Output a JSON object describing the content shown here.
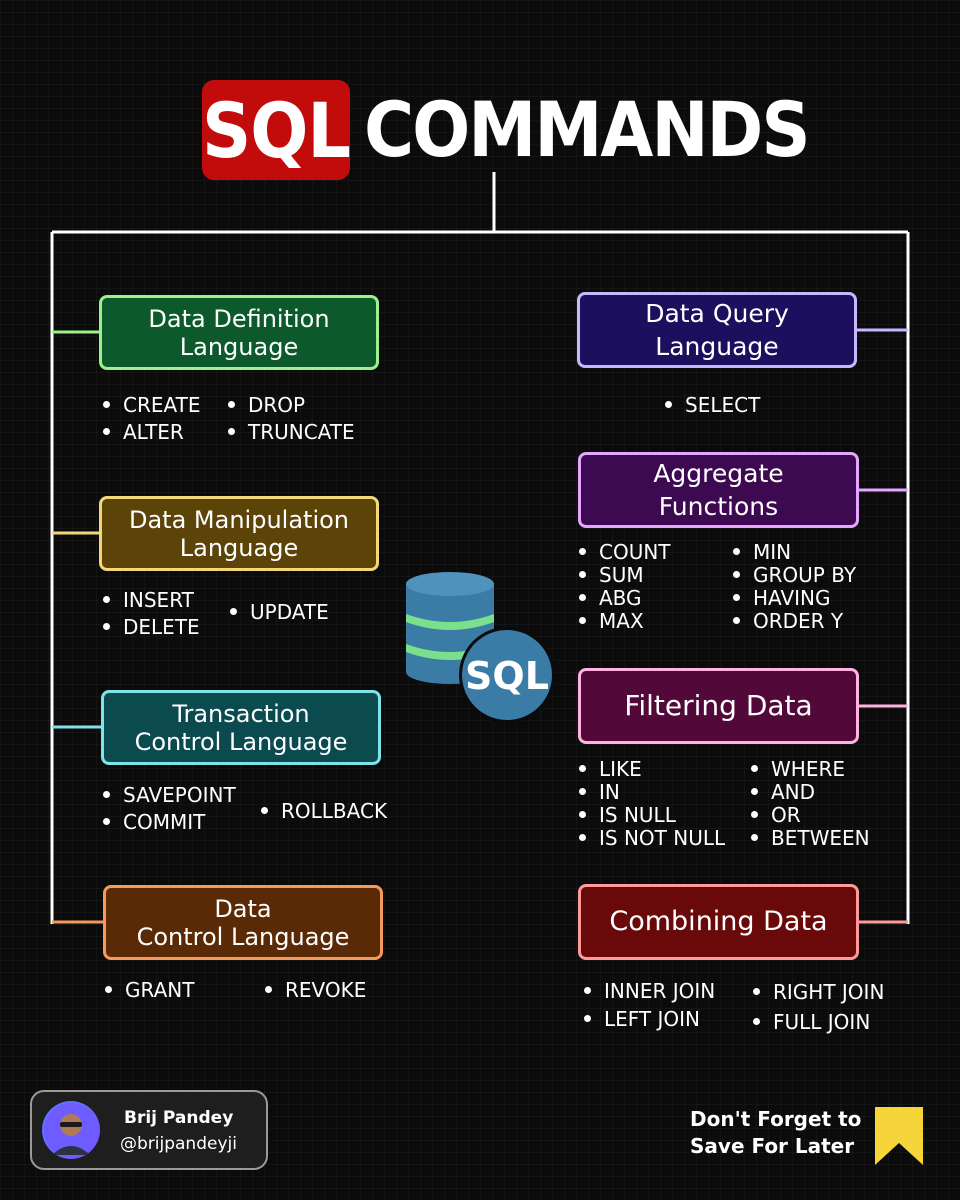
{
  "title": {
    "badge": "SQL",
    "rest": "COMMANDS"
  },
  "colors": {
    "background": "#0b0b0b",
    "title_badge": "#c20b0b",
    "connector": "#ffffff",
    "ddl_fill": "#0c5a2c",
    "ddl_border": "#9ef08a",
    "dml_fill": "#5c4307",
    "dml_border": "#f3d77a",
    "tcl_fill": "#0b4b4f",
    "tcl_border": "#7fe3e8",
    "dcl_fill": "#5a2a07",
    "dcl_border": "#f59a5c",
    "dql_fill": "#1c0f5e",
    "dql_border": "#c8b6ff",
    "agg_fill": "#3d0a52",
    "agg_border": "#e6a6ff",
    "filter_fill": "#52093a",
    "filter_border": "#ffb3e1",
    "combine_fill": "#6a0909",
    "combine_border": "#ff9a9a",
    "db_icon": "#3a7ca5",
    "db_stripe": "#7be08e",
    "bookmark": "#f5d53a"
  },
  "categories": {
    "ddl": {
      "label": "Data Definition\nLanguage",
      "col1": [
        "CREATE",
        "ALTER"
      ],
      "col2": [
        "DROP",
        "TRUNCATE"
      ]
    },
    "dml": {
      "label": "Data Manipulation\nLanguage",
      "col1": [
        "INSERT",
        "DELETE"
      ],
      "col2": [
        "UPDATE"
      ]
    },
    "tcl": {
      "label": "Transaction\nControl Language",
      "col1": [
        "SAVEPOINT",
        "COMMIT"
      ],
      "col2": [
        "ROLLBACK"
      ]
    },
    "dcl": {
      "label": "Data\nControl Language",
      "col1": [
        "GRANT"
      ],
      "col2": [
        "REVOKE"
      ]
    },
    "dql": {
      "label": "Data Query\nLanguage",
      "col1": [
        "SELECT"
      ],
      "col2": []
    },
    "agg": {
      "label": "Aggregate\nFunctions",
      "col1": [
        "COUNT",
        "SUM",
        "ABG",
        "MAX"
      ],
      "col2": [
        "MIN",
        "GROUP BY",
        "HAVING",
        "ORDER Y"
      ]
    },
    "filter": {
      "label": "Filtering Data",
      "col1": [
        "LIKE",
        "IN",
        "IS NULL",
        "IS NOT NULL"
      ],
      "col2": [
        "WHERE",
        "AND",
        "OR",
        "BETWEEN"
      ]
    },
    "combine": {
      "label": "Combining Data",
      "col1": [
        "INNER JOIN",
        "LEFT JOIN"
      ],
      "col2": [
        "RIGHT JOIN",
        "FULL JOIN"
      ]
    }
  },
  "db_icon": {
    "label": "SQL",
    "icon": "database-icon"
  },
  "author": {
    "name": "Brij Pandey",
    "handle": "@brijpandeyji",
    "icon": "avatar"
  },
  "save_note": "Don't Forget to\nSave For Later",
  "bookmark": {
    "icon": "bookmark-icon"
  }
}
